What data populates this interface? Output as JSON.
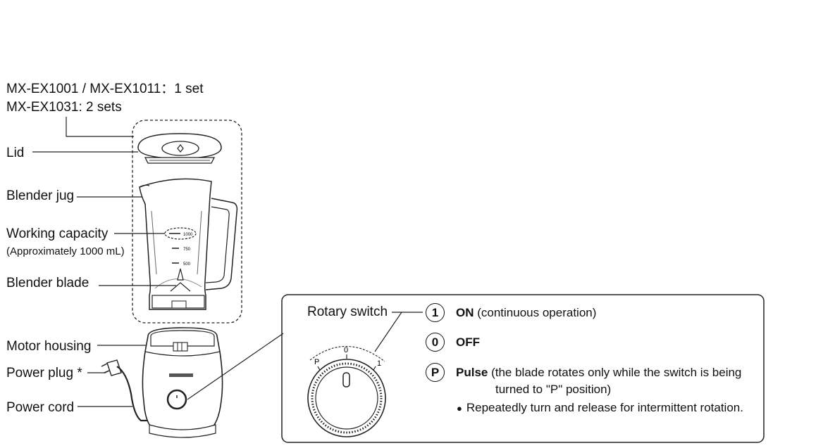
{
  "sets": {
    "line1": "MX-EX1001 / MX-EX1011：1 set",
    "line2": "MX-EX1031: 2 sets"
  },
  "parts": {
    "lid": "Lid",
    "jug": "Blender jug",
    "capacity": "Working capacity",
    "capacity_note": "(Approximately 1000 mL)",
    "blade": "Blender blade",
    "motor": "Motor housing",
    "plug": "Power plug *",
    "cord": "Power cord"
  },
  "jug_marks": [
    "1000",
    "750",
    "500"
  ],
  "switch": {
    "title": "Rotary switch",
    "dial_labels": {
      "p": "P",
      "zero": "0",
      "one": "1"
    },
    "modes": [
      {
        "symbol": "1",
        "name": "ON",
        "desc": " (continuous operation)"
      },
      {
        "symbol": "0",
        "name": "OFF",
        "desc": ""
      },
      {
        "symbol": "P",
        "name": "Pulse",
        "desc": " (the blade rotates only while the switch is being"
      }
    ],
    "pulse_cont": "turned to \"P\" position)",
    "note": "Repeatedly turn and release for intermittent rotation.",
    "bullet": "●"
  }
}
